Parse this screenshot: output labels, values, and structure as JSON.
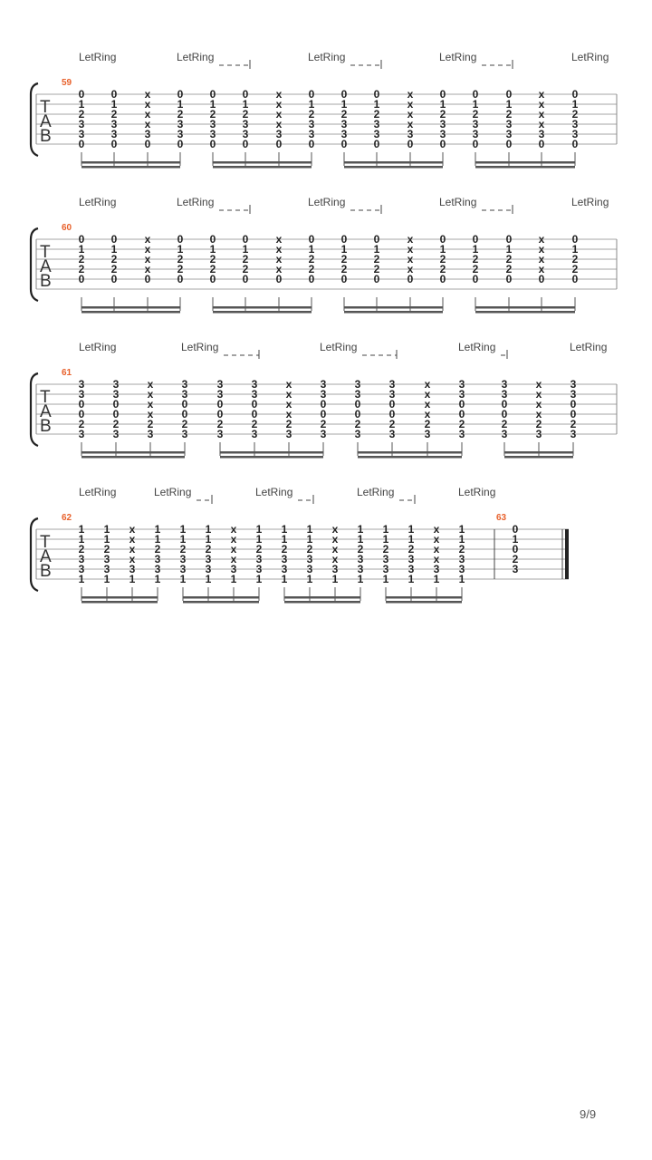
{
  "page_number": "9/9",
  "letring_label": "LetRing",
  "tab_clef": [
    "T",
    "A",
    "B"
  ],
  "colors": {
    "measure_number": "#e8612c",
    "staff": "#888888",
    "notes": "#222222",
    "beams": "#555555"
  },
  "systems": [
    {
      "measure_number": "59",
      "letring_count": 5,
      "notes": [
        [
          "0",
          "1",
          "2",
          "3",
          "3",
          "0"
        ],
        [
          "0",
          "1",
          "2",
          "3",
          "3",
          "0"
        ],
        [
          "x",
          "x",
          "x",
          "x",
          "3",
          "0"
        ],
        [
          "0",
          "1",
          "2",
          "3",
          "3",
          "0"
        ],
        [
          "0",
          "1",
          "2",
          "3",
          "3",
          "0"
        ],
        [
          "0",
          "1",
          "2",
          "3",
          "3",
          "0"
        ],
        [
          "x",
          "x",
          "x",
          "x",
          "3",
          "0"
        ],
        [
          "0",
          "1",
          "2",
          "3",
          "3",
          "0"
        ],
        [
          "0",
          "1",
          "2",
          "3",
          "3",
          "0"
        ],
        [
          "0",
          "1",
          "2",
          "3",
          "3",
          "0"
        ],
        [
          "x",
          "x",
          "x",
          "x",
          "3",
          "0"
        ],
        [
          "0",
          "1",
          "2",
          "3",
          "3",
          "0"
        ],
        [
          "0",
          "1",
          "2",
          "3",
          "3",
          "0"
        ],
        [
          "0",
          "1",
          "2",
          "3",
          "3",
          "0"
        ],
        [
          "x",
          "x",
          "x",
          "x",
          "3",
          "0"
        ],
        [
          "0",
          "1",
          "2",
          "3",
          "3",
          "0"
        ]
      ]
    },
    {
      "measure_number": "60",
      "letring_count": 5,
      "notes": [
        [
          "0",
          "1",
          "2",
          "2",
          "0",
          ""
        ],
        [
          "0",
          "1",
          "2",
          "2",
          "0",
          ""
        ],
        [
          "x",
          "x",
          "x",
          "x",
          "0",
          ""
        ],
        [
          "0",
          "1",
          "2",
          "2",
          "0",
          ""
        ],
        [
          "0",
          "1",
          "2",
          "2",
          "0",
          ""
        ],
        [
          "0",
          "1",
          "2",
          "2",
          "0",
          ""
        ],
        [
          "x",
          "x",
          "x",
          "x",
          "0",
          ""
        ],
        [
          "0",
          "1",
          "2",
          "2",
          "0",
          ""
        ],
        [
          "0",
          "1",
          "2",
          "2",
          "0",
          ""
        ],
        [
          "0",
          "1",
          "2",
          "2",
          "0",
          ""
        ],
        [
          "x",
          "x",
          "x",
          "x",
          "0",
          ""
        ],
        [
          "0",
          "1",
          "2",
          "2",
          "0",
          ""
        ],
        [
          "0",
          "1",
          "2",
          "2",
          "0",
          ""
        ],
        [
          "0",
          "1",
          "2",
          "2",
          "0",
          ""
        ],
        [
          "x",
          "x",
          "x",
          "x",
          "0",
          ""
        ],
        [
          "0",
          "1",
          "2",
          "2",
          "0",
          ""
        ]
      ]
    },
    {
      "measure_number": "61",
      "letring_count": 5,
      "notes": [
        [
          "3",
          "3",
          "0",
          "0",
          "2",
          "3"
        ],
        [
          "3",
          "3",
          "0",
          "0",
          "2",
          "3"
        ],
        [
          "x",
          "x",
          "x",
          "x",
          "2",
          "3"
        ],
        [
          "3",
          "3",
          "0",
          "0",
          "2",
          "3"
        ],
        [
          "3",
          "3",
          "0",
          "0",
          "2",
          "3"
        ],
        [
          "3",
          "3",
          "0",
          "0",
          "2",
          "3"
        ],
        [
          "x",
          "x",
          "x",
          "x",
          "2",
          "3"
        ],
        [
          "3",
          "3",
          "0",
          "0",
          "2",
          "3"
        ],
        [
          "3",
          "3",
          "0",
          "0",
          "2",
          "3"
        ],
        [
          "3",
          "3",
          "0",
          "0",
          "2",
          "3"
        ],
        [
          "x",
          "x",
          "x",
          "x",
          "2",
          "3"
        ],
        [
          "3",
          "3",
          "0",
          "0",
          "2",
          "3"
        ],
        [
          "3",
          "3",
          "0",
          "0",
          "2",
          "3"
        ],
        [
          "x",
          "x",
          "x",
          "x",
          "2",
          "3"
        ],
        [
          "3",
          "3",
          "0",
          "0",
          "2",
          "3"
        ]
      ]
    },
    {
      "measure_number": "62",
      "second_measure_number": "63",
      "letring_count": 5,
      "notes": [
        [
          "1",
          "1",
          "2",
          "3",
          "3",
          "1"
        ],
        [
          "1",
          "1",
          "2",
          "3",
          "3",
          "1"
        ],
        [
          "x",
          "x",
          "x",
          "x",
          "3",
          "1"
        ],
        [
          "1",
          "1",
          "2",
          "3",
          "3",
          "1"
        ],
        [
          "1",
          "1",
          "2",
          "3",
          "3",
          "1"
        ],
        [
          "1",
          "1",
          "2",
          "3",
          "3",
          "1"
        ],
        [
          "x",
          "x",
          "x",
          "x",
          "3",
          "1"
        ],
        [
          "1",
          "1",
          "2",
          "3",
          "3",
          "1"
        ],
        [
          "1",
          "1",
          "2",
          "3",
          "3",
          "1"
        ],
        [
          "1",
          "1",
          "2",
          "3",
          "3",
          "1"
        ],
        [
          "x",
          "x",
          "x",
          "x",
          "3",
          "1"
        ],
        [
          "1",
          "1",
          "2",
          "3",
          "3",
          "1"
        ],
        [
          "1",
          "1",
          "2",
          "3",
          "3",
          "1"
        ],
        [
          "1",
          "1",
          "2",
          "3",
          "3",
          "1"
        ],
        [
          "x",
          "x",
          "x",
          "x",
          "3",
          "1"
        ],
        [
          "1",
          "1",
          "2",
          "3",
          "3",
          "1"
        ]
      ],
      "final_chord": [
        "0",
        "1",
        "0",
        "2",
        "3",
        ""
      ]
    }
  ]
}
